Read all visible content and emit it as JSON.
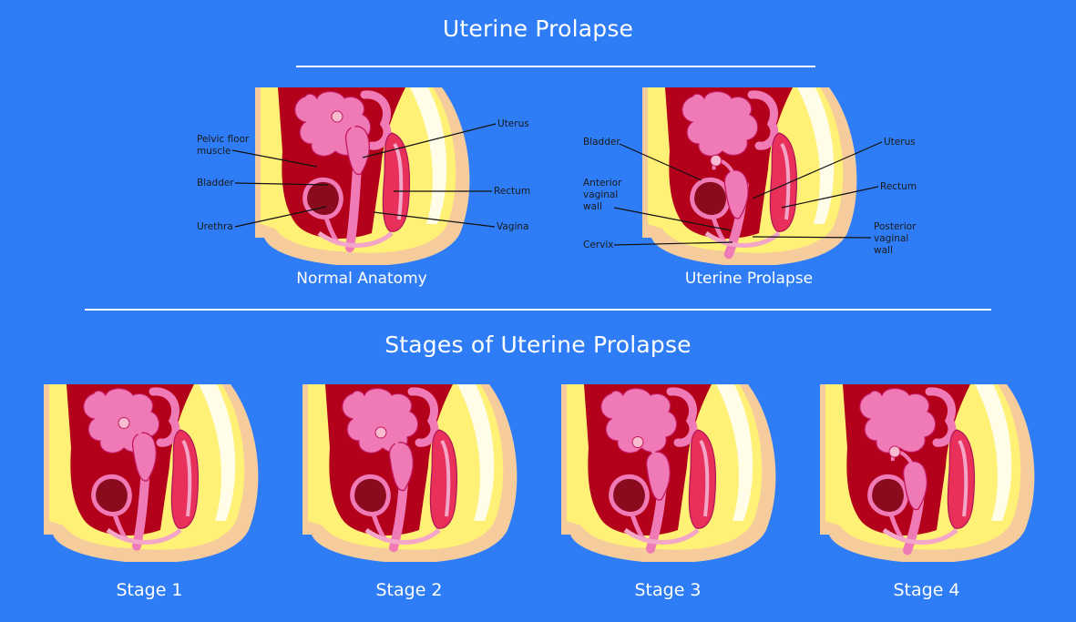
{
  "title": "Uterine Prolapse",
  "stages_title": "Stages of Uterine Prolapse",
  "colors": {
    "background": "#2e7df6",
    "skin": "#f6cc9c",
    "fat": "#fff176",
    "cavity": "#b3001b",
    "organ_pink": "#f07ab5",
    "rectum": "#e8305a",
    "bladder": "#8a0a1e",
    "muscle": "#f3a6c8"
  },
  "top_panels": [
    {
      "caption": "Normal Anatomy",
      "labels": {
        "pelvic_floor_line1": "Pelvic floor",
        "pelvic_floor_line2": "muscle",
        "bladder": "Bladder",
        "urethra": "Urethra",
        "uterus": "Uterus",
        "rectum": "Rectum",
        "vagina": "Vagina"
      }
    },
    {
      "caption": "Uterine Prolapse",
      "labels": {
        "bladder": "Bladder",
        "anterior_line1": "Anterior",
        "anterior_line2": "vaginal",
        "anterior_line3": "wall",
        "cervix": "Cervix",
        "uterus": "Uterus",
        "rectum": "Rectum",
        "posterior_line1": "Posterior",
        "posterior_line2": "vaginal",
        "posterior_line3": "wall"
      }
    }
  ],
  "stages": [
    {
      "label": "Stage 1",
      "descent": 0.25
    },
    {
      "label": "Stage 2",
      "descent": 0.5
    },
    {
      "label": "Stage 3",
      "descent": 0.75
    },
    {
      "label": "Stage 4",
      "descent": 1.0
    }
  ]
}
